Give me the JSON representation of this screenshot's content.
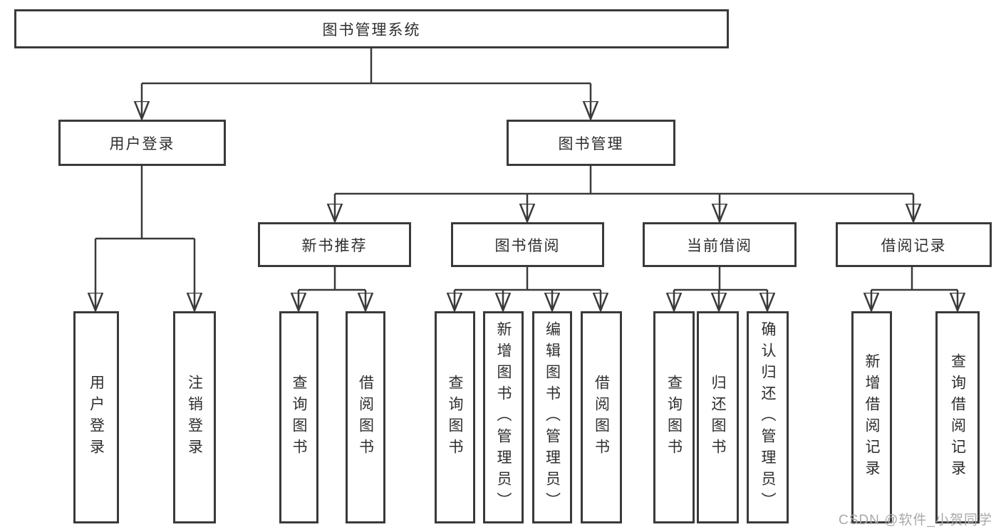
{
  "diagram_title": "图书管理系统",
  "watermark": "CSDN @软件_小贺同学",
  "colors": {
    "line": "#3a3a3a",
    "text": "#2e2e2e",
    "watermark": "#a9a9a9",
    "background": "#ffffff"
  },
  "tree": {
    "label": "图书管理系统",
    "children": [
      {
        "label": "用户登录",
        "children": [
          {
            "label": "用户登录"
          },
          {
            "label": "注销登录"
          }
        ]
      },
      {
        "label": "图书管理",
        "children": [
          {
            "label": "新书推荐",
            "children": [
              {
                "label": "查询图书"
              },
              {
                "label": "借阅图书"
              }
            ]
          },
          {
            "label": "图书借阅",
            "children": [
              {
                "label": "查询图书"
              },
              {
                "label": "新增图书（管理员）"
              },
              {
                "label": "编辑图书（管理员）"
              },
              {
                "label": "借阅图书"
              }
            ]
          },
          {
            "label": "当前借阅",
            "children": [
              {
                "label": "查询图书"
              },
              {
                "label": "归还图书"
              },
              {
                "label": "确认归还（管理员）"
              }
            ]
          },
          {
            "label": "借阅记录",
            "children": [
              {
                "label": "新增借阅记录"
              },
              {
                "label": "查询借阅记录"
              }
            ]
          }
        ]
      }
    ]
  }
}
